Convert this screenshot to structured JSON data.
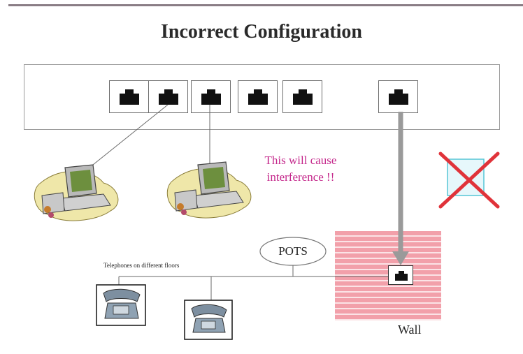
{
  "title": "Incorrect Configuration",
  "callout": {
    "line1": "This will cause",
    "line2": "interference !!"
  },
  "pots_label": "POTS",
  "phones_caption": "Telephones on different floors",
  "wall_label": "Wall",
  "colors": {
    "callout": "#c4278b",
    "wall_fill": "#f2a0aa",
    "wrong_mark": "#e0333a",
    "arrow": "#9a9a9a"
  },
  "icons": {
    "switch_ports": "ethernet-port-icon",
    "computers": "computer-workstation-icon",
    "phones": "telephone-icon",
    "wrong_mark": "red-x-icon"
  }
}
